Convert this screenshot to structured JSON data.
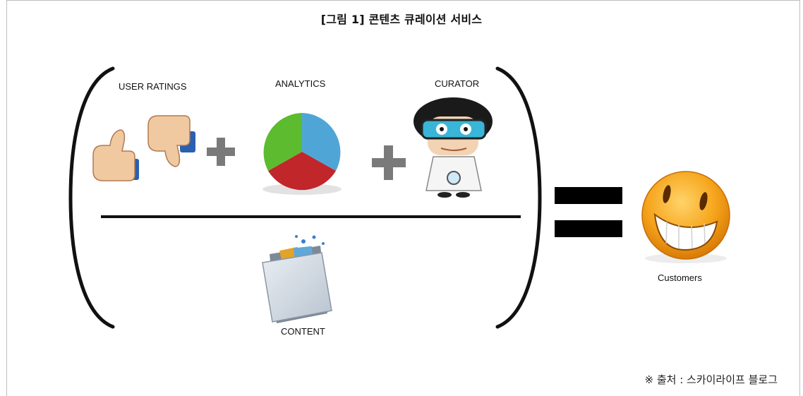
{
  "title": "[그림 1] 콘텐츠 큐레이션 서비스",
  "labels": {
    "user_ratings": "USER RATINGS",
    "analytics": "ANALYTICS",
    "curator": "CURATOR",
    "content": "CONTENT",
    "customers": "Customers"
  },
  "caption": "※ 출처 : 스카이라이프 블로그",
  "icons": [
    "thumbs-up-icon",
    "thumbs-down-icon",
    "plus-icon",
    "pie-chart-icon",
    "plus-icon",
    "curator-scientist-icon",
    "folder-icon",
    "equals-icon",
    "smiley-face-icon"
  ],
  "colors": {
    "pie_green": "#5dbb2f",
    "pie_blue": "#4fa6d6",
    "pie_red": "#c0262a",
    "smiley_orange": "#f3a21a",
    "plus_gray": "#7a7a7a"
  }
}
